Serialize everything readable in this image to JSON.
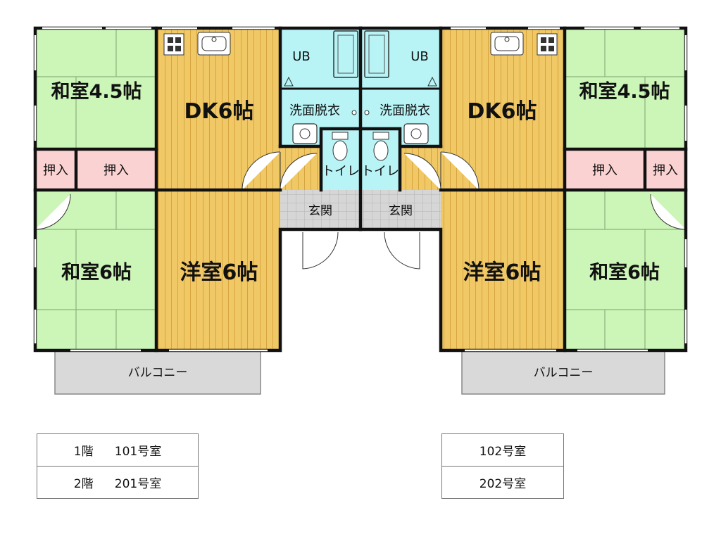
{
  "rooms": {
    "washitsu_45": "和室4.5帖",
    "washitsu_6": "和室6帖",
    "dk": "DK6帖",
    "yoshitsu": "洋室6帖",
    "oshiire": "押入",
    "ub": "UB",
    "senmen": "洗面脱衣",
    "toilet": "トイレ",
    "genkan": "玄関",
    "balcony": "バルコニー"
  },
  "room_table_left": [
    {
      "floor": "1階",
      "room": "101号室"
    },
    {
      "floor": "2階",
      "room": "201号室"
    }
  ],
  "room_table_right": [
    {
      "room": "102号室"
    },
    {
      "room": "202号室"
    }
  ],
  "colors": {
    "tatami": "#ccf5b8",
    "wood": "#f0c865",
    "water": "#b8f4f6",
    "closet": "#fbd2d2",
    "entrance": "#d6d6d6",
    "balcony": "#d9d9d9",
    "wall": "#111111"
  }
}
